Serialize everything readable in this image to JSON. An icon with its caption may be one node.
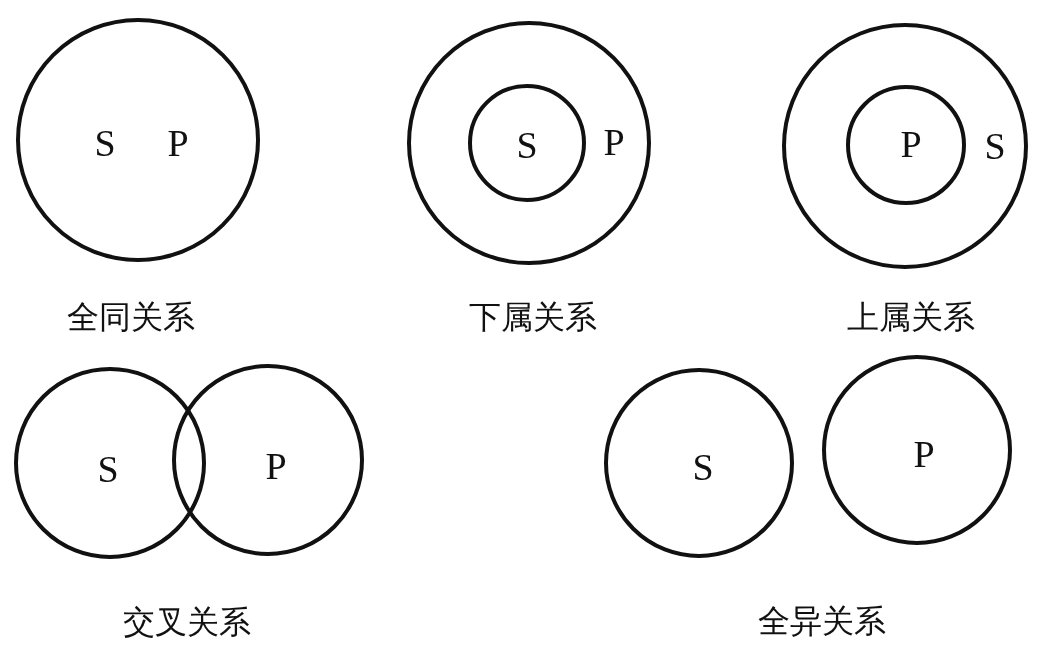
{
  "diagram": {
    "nodes": [
      {
        "text": [
          "S",
          "P"
        ]
      },
      {
        "text": [
          "P"
        ]
      },
      {
        "text": [
          "S"
        ],
        "in": 1
      },
      {
        "text": [
          "S"
        ]
      },
      {
        "text": [
          "P"
        ],
        "in": 3
      },
      {
        "text": [
          "S"
        ]
      },
      {
        "text": [
          "P"
        ]
      },
      {
        "text": [
          "S"
        ]
      },
      {
        "text": [
          "P"
        ]
      }
    ],
    "labels": [
      "全同关系",
      "下属关系",
      "上属关系",
      "交叉关系",
      "全异关系"
    ]
  }
}
